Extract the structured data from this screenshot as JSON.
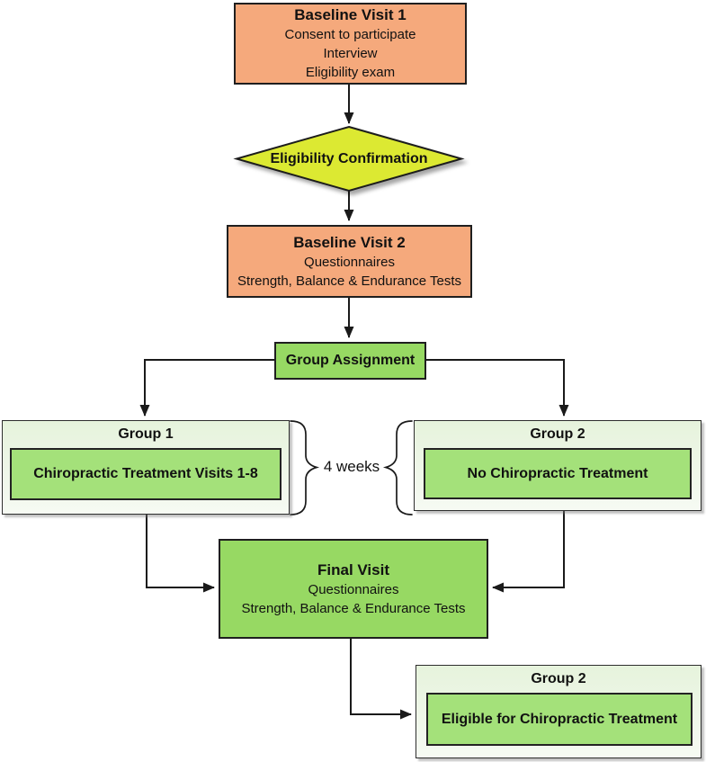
{
  "diagram": {
    "nodes": {
      "baseline_visit_1": {
        "title": "Baseline Visit 1",
        "lines": [
          "Consent to participate",
          "Interview",
          "Eligibility exam"
        ]
      },
      "eligibility_confirmation": {
        "label": "Eligibility Confirmation"
      },
      "baseline_visit_2": {
        "title": "Baseline Visit 2",
        "lines": [
          "Questionnaires",
          "Strength, Balance & Endurance Tests"
        ]
      },
      "group_assignment": {
        "label": "Group Assignment"
      },
      "group_1": {
        "title": "Group 1",
        "content": "Chiropractic Treatment Visits 1-8"
      },
      "group_2": {
        "title": "Group 2",
        "content": "No Chiropractic Treatment"
      },
      "duration": {
        "label": "4 weeks"
      },
      "final_visit": {
        "title": "Final Visit",
        "lines": [
          "Questionnaires",
          "Strength, Balance & Endurance Tests"
        ]
      },
      "group_2_outcome": {
        "title": "Group 2",
        "content": "Eligible for Chiropractic Treatment"
      }
    },
    "colors": {
      "orange_fill": "#F5A97C",
      "diamond_fill": "#DCE930",
      "green_fill": "#97D963",
      "inner_green_fill": "#A4E17A",
      "container_fill_top": "#E6F3DC",
      "container_fill_bottom": "#F6FAF3",
      "border_dark": "#1F1F1F",
      "line_color": "#1A1A1A"
    }
  }
}
